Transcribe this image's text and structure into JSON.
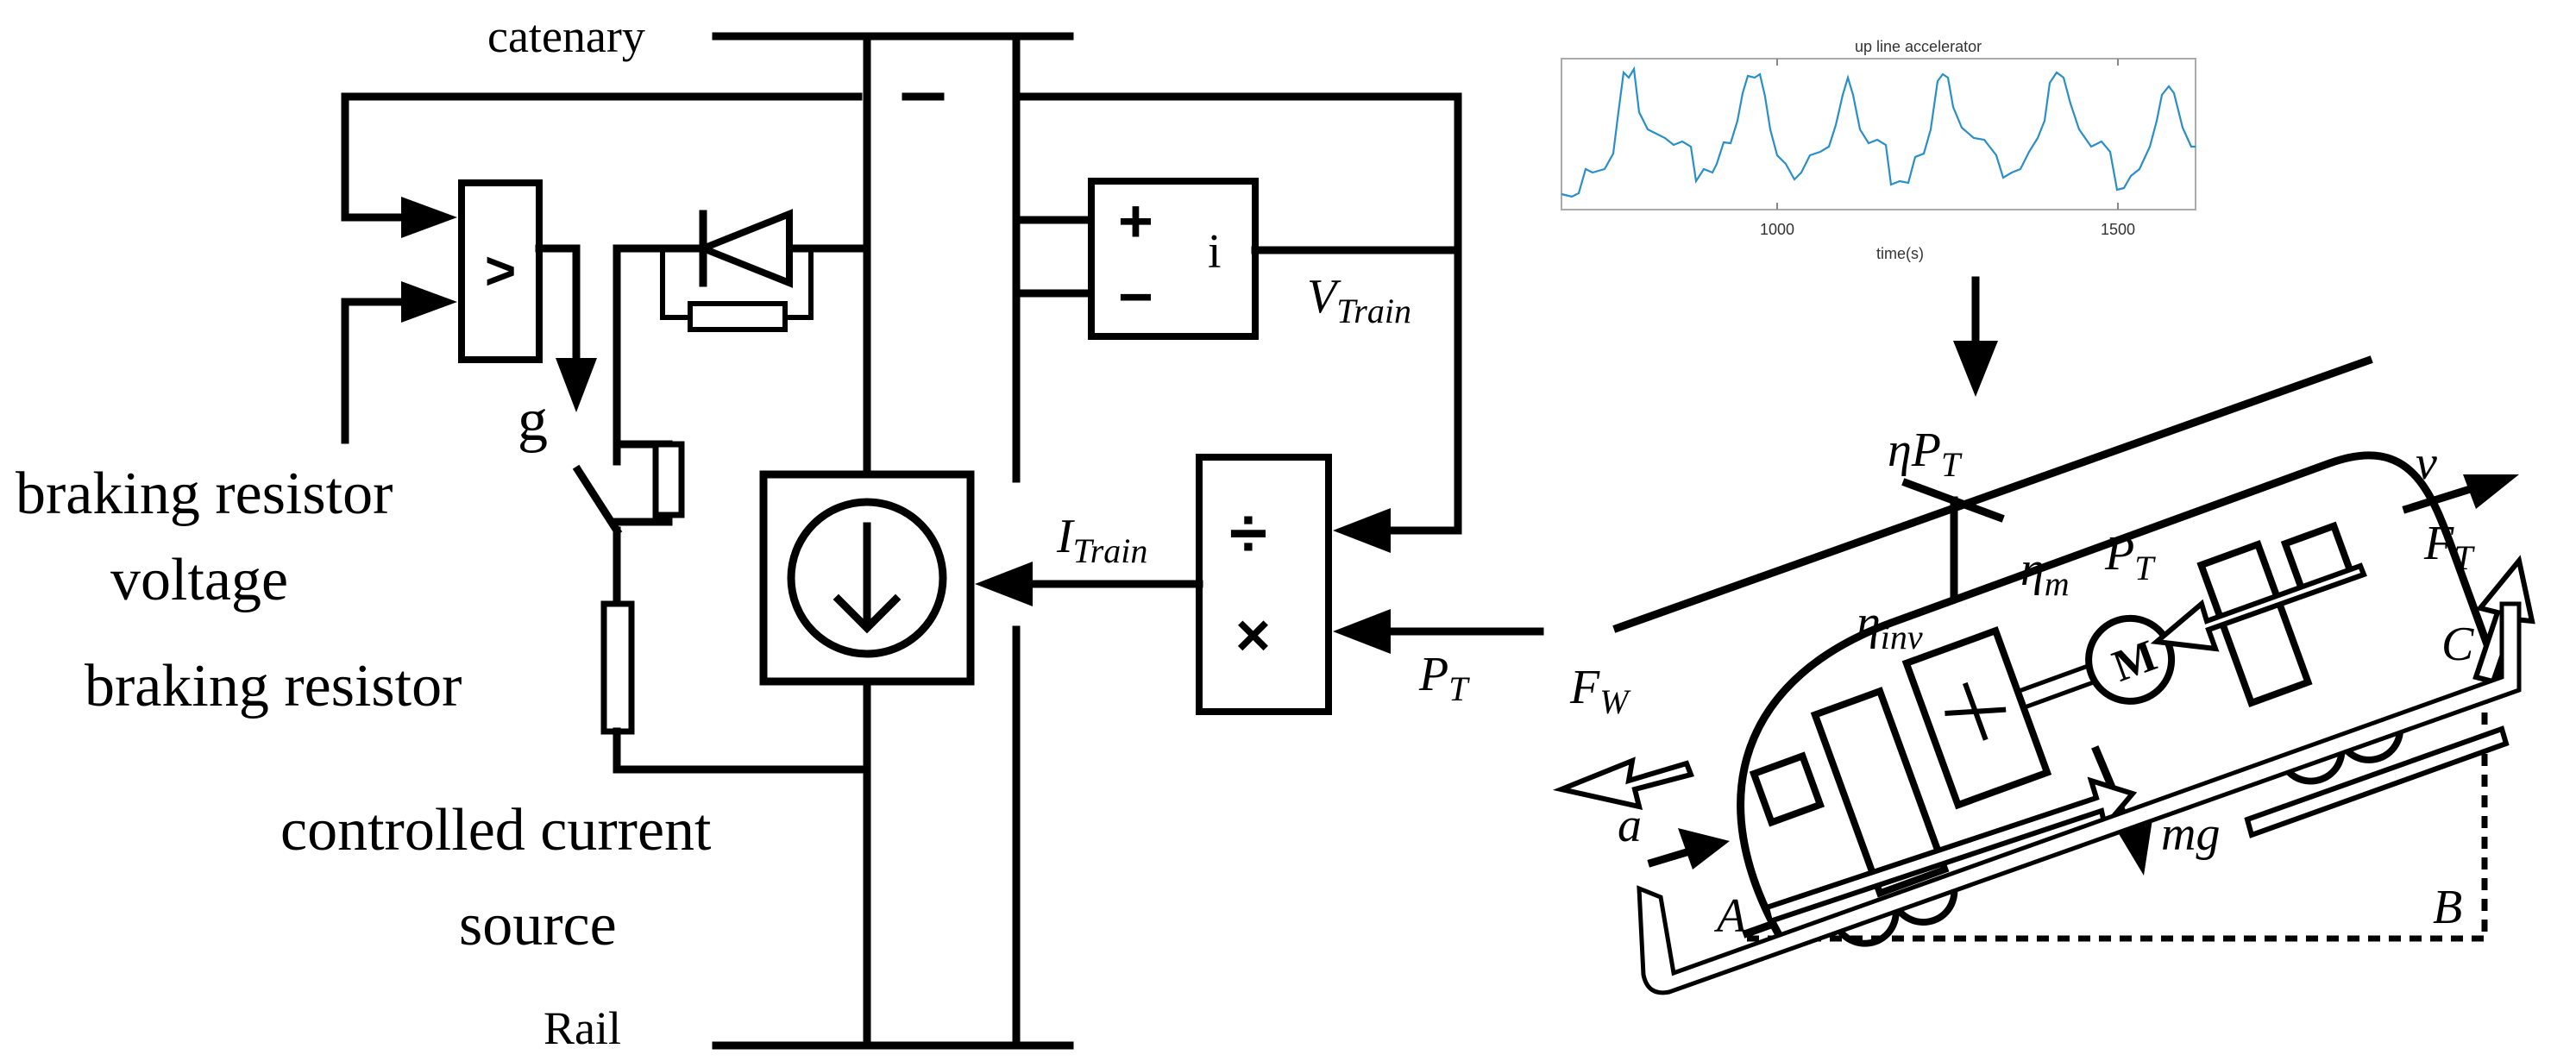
{
  "circuit": {
    "catenary_label": "catenary",
    "rail_label": "Rail",
    "comparator_symbol": ">",
    "gate_label": "g",
    "braking_voltage_label_line1": "braking resistor",
    "braking_voltage_label_line2": "voltage",
    "braking_resistor_label": "braking resistor",
    "ccs_label_line1": "controlled current",
    "ccs_label_line2": "source",
    "meter_plus": "+",
    "meter_minus": "−",
    "meter_i": "i",
    "v_train_main": "V",
    "v_train_sub": "Train",
    "i_train_main": "I",
    "i_train_sub": "Train",
    "divide_symbol": "÷",
    "multiply_symbol": "×",
    "pt_input_main": "P",
    "pt_input_sub": "T"
  },
  "plot": {
    "title": "up line accelerator",
    "xlabel": "time(s)",
    "ticks": [
      "1000",
      "1500"
    ]
  },
  "train": {
    "eta_pt_main": "ηP",
    "eta_pt_sub": "T",
    "eta_inv_main": "η",
    "eta_inv_sub": "inv",
    "eta_m_main": "η",
    "eta_m_sub": "m",
    "pt_motor_main": "P",
    "pt_motor_sub": "T",
    "motor_letter": "M",
    "v_label": "v",
    "ft_main": "F",
    "ft_sub": "T",
    "fw_main": "F",
    "fw_sub": "W",
    "a_label": "a",
    "mg_label": "mg",
    "point_a": "A",
    "point_b": "B",
    "point_c": "C"
  }
}
